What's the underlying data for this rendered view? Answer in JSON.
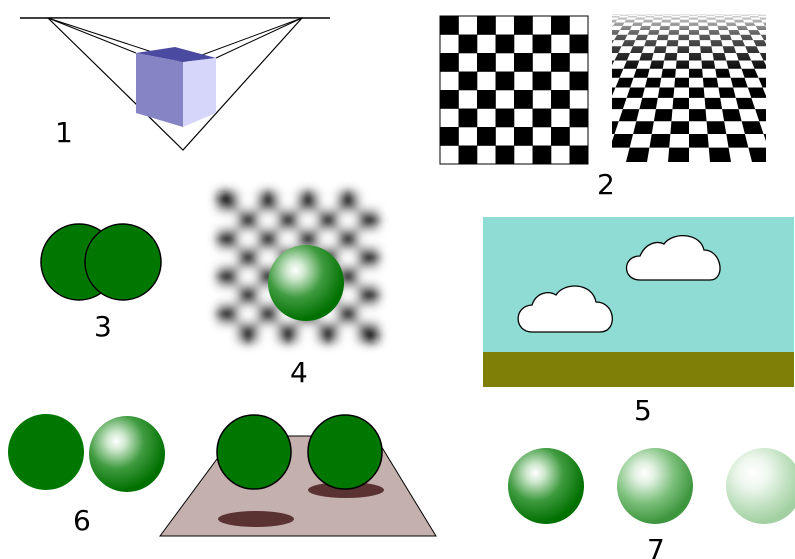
{
  "figure_labels": {
    "one": "1",
    "two": "2",
    "three": "3",
    "four": "4",
    "five": "5",
    "six": "6",
    "seven": "7"
  },
  "colors": {
    "green": "#007700",
    "cube_top": "#4a4aa0",
    "cube_left": "#8585c5",
    "cube_right": "#d6d6fb",
    "sky": "#8edcd3",
    "ground": "#7f7f08",
    "floor": "#c4b0ad",
    "shadow": "#5a3232"
  },
  "sections": [
    "perspective-cube",
    "checkerboards",
    "overlapping-circles",
    "blurred-checkerboard-ball",
    "sky-clouds-ground",
    "flat-vs-shaded-balls",
    "transparency-balls"
  ]
}
